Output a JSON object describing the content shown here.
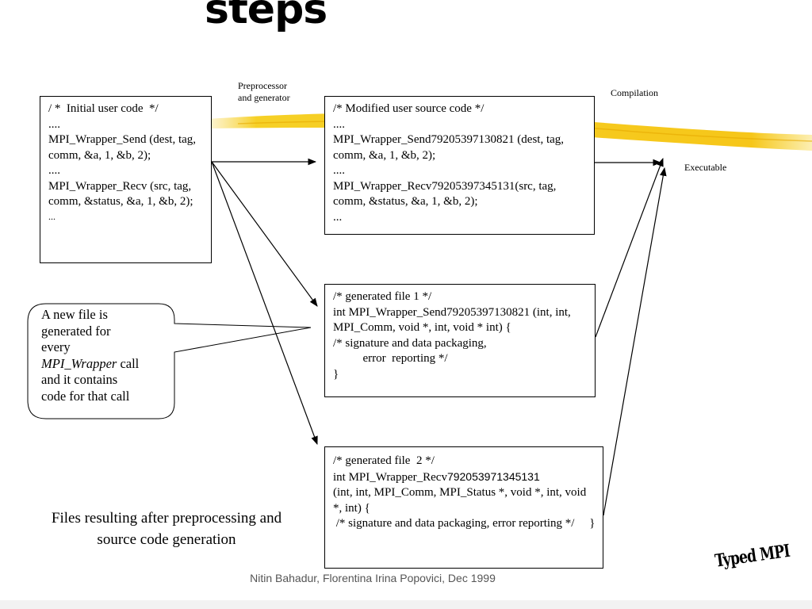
{
  "slide": {
    "title": "steps",
    "footer": "Nitin Bahadur, Florentina Irina Popovici, Dec 1999",
    "logo": "Typed MPI"
  },
  "labels": {
    "preprocessor": [
      "Preprocessor",
      "and generator"
    ],
    "compilation": "Compilation",
    "executable": "Executable"
  },
  "boxes": {
    "initial": [
      "/ *  Initial user code  */",
      "....",
      "MPI_Wrapper_Send (dest, tag, comm, &a, 1, &b, 2);",
      "....",
      "MPI_Wrapper_Recv (src, tag, comm, &status, &a, 1, &b, 2);",
      "..."
    ],
    "modified": [
      "/* Modified user source code */",
      "....",
      "MPI_Wrapper_Send79205397130821 (dest, tag, comm, &a, 1, &b, 2);",
      "....",
      "MPI_Wrapper_Recv79205397345131(src, tag, comm, &status, &a, 1, &b, 2);",
      "..."
    ],
    "gen1": [
      "/* generated file 1 */",
      "int MPI_Wrapper_Send79205397130821 (int, int, MPI_Comm, void *, int, void * int) {",
      "/* signature and data packaging,",
      "          error  reporting */",
      "}"
    ],
    "gen2": {
      "l1": "/* generated file  2 */",
      "l2a": "int MPI_Wrapper_Recv",
      "l2b": "792053971345131",
      "l3a": "(int, int, ",
      "l3b": "MPI_Comm, MPI_Status *, void *, int, void *, int) {",
      "l4": " /* signature and data packaging, error reporting */     }"
    }
  },
  "callout": {
    "l1": "A new file is",
    "l2": "generated for",
    "l3": "every",
    "l4_italic": "MPI_Wrapper",
    "l4_rest": " call",
    "l5": "and it contains",
    "l6": "code for that call"
  },
  "caption": "Files resulting after preprocessing and source code generation",
  "colors": {
    "highlight": "#f5c800",
    "arrow": "#000000",
    "footer": "#555555"
  }
}
